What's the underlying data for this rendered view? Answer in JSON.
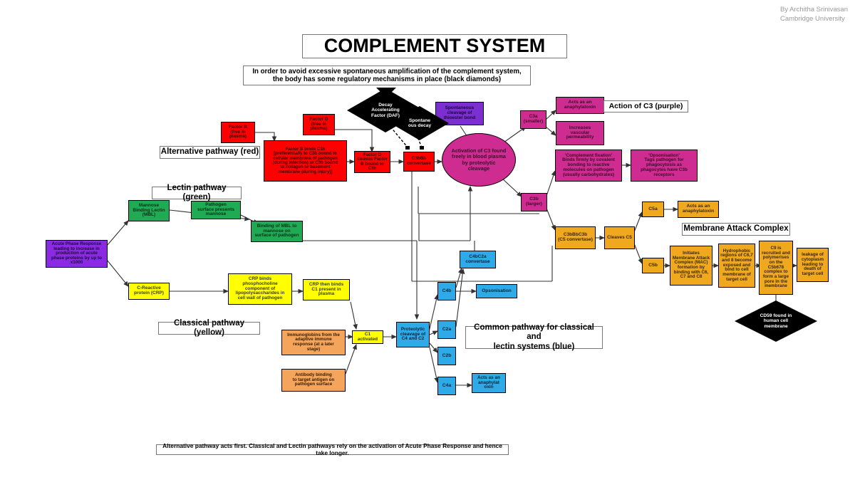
{
  "credit": "By Architha Srinivasan\nCambridge University",
  "title": "COMPLEMENT SYSTEM",
  "subtitle": "In order to avoid excessive spontaneous amplification of the complement system,\nthe body has some regulatory mechanisms in place (black diamonds)",
  "footer": "Alternative pathway acts first. Classical and Lectin pathways rely on the activation of Acute Phase Response and hence take longer.",
  "section_labels": [
    {
      "id": "alternative",
      "text": "Alternative pathway (red)"
    },
    {
      "id": "lectin",
      "text": "Lectin pathway (green)"
    },
    {
      "id": "classical",
      "text": "Classical pathway (yellow)"
    },
    {
      "id": "c3action",
      "text": "Action of C3 (purple)"
    },
    {
      "id": "common",
      "text": "Common pathway for classical and\nlectin systems (blue)"
    },
    {
      "id": "mac",
      "text": "Membrane Attack Complex"
    }
  ],
  "colors": {
    "red": "#FF0000",
    "green": "#1FAA54",
    "yellow": "#FFFF00",
    "orange": "#F0A81E",
    "peach": "#F5A45C",
    "blue": "#2EAAE8",
    "magenta": "#CE2C90",
    "purple": "#8A2BE2",
    "violet": "#7B2FD0",
    "diamond": "#000000",
    "background": "#FFFFFF"
  },
  "nodes": [
    {
      "id": "factor-b",
      "label": "Factor B\n(free in\nplasma)"
    },
    {
      "id": "factor-b-binds",
      "label": "Factor B binds C3b\n[preferentially to C3b bound to\ncellular membrane of pathogen\n(during infection) or C3b bound\nto collagen or basement\nmembrane (during injury)]"
    },
    {
      "id": "factor-d",
      "label": "Factor D\n(free in\nplasma)"
    },
    {
      "id": "factor-d-cleaves",
      "label": "Factor D\ncleaves Factor\nB bound to C3b"
    },
    {
      "id": "c3bbb",
      "label": "C3bBb\nconvertase"
    },
    {
      "id": "daf",
      "label": "Decay\nAccelerating\nFactor (DAF)"
    },
    {
      "id": "spontaneous-decay",
      "label": "Spontane\nous decay"
    },
    {
      "id": "cd59",
      "label": "CD59 found in\nhuman cell\nmembrane"
    },
    {
      "id": "spont-cleavage",
      "label": "Spontaneous\ncleavage of\nthioester bond"
    },
    {
      "id": "c3-activation",
      "label": "Activation of C3 found\nfreely in blood plasma\nby proteolytic\ncleavage"
    },
    {
      "id": "c3a",
      "label": "C3a\n(smaller)"
    },
    {
      "id": "c3a-anaphylatoxin",
      "label": "Acts as an\nanaphylatoxin"
    },
    {
      "id": "c3a-vascular",
      "label": "Increases\nvascular\npermeability"
    },
    {
      "id": "c3b",
      "label": "C3b\n(larger)"
    },
    {
      "id": "complement-fixation",
      "label": "'Complement fixation'\nBinds firmly by covalent\nbonding to reactive\nmolecules on pathogen\n(usually carbohydrates)"
    },
    {
      "id": "opsonisation-c3b",
      "label": "'Opsonisation'\nTags pathogen for\nphagocytosis as\nphagocytes have C3b\nreceptors"
    },
    {
      "id": "acute-phase",
      "label": "Acute Phase Response\nleading to increase in\nproduction of acute\nphase proteins by up to\nx1000"
    },
    {
      "id": "mbl",
      "label": "Mannose\nBinding Lectin\n(MBL)"
    },
    {
      "id": "pathogen-mannose",
      "label": "Pathogen\nsurface presents\nmannose"
    },
    {
      "id": "mbl-binding",
      "label": "Binding of MBL to\nmannose on\nsurface of pathogen"
    },
    {
      "id": "crp",
      "label": "C-Reactive\nprotein (CRP)"
    },
    {
      "id": "crp-binds",
      "label": "CRP binds\nphosphocholine\ncomponent  of\nlipopolysaccharides in\ncell wall of pathogen"
    },
    {
      "id": "crp-c1",
      "label": "CRP then binds\nC1 present in\nplasma"
    },
    {
      "id": "immunoglobins",
      "label": "Immunoglobins from the\nadaptive immune\nresponse (at a later\nstage)"
    },
    {
      "id": "antibody-binding",
      "label": "Antibody binding\nto target antigen on\npathogen surface"
    },
    {
      "id": "c1-activated",
      "label": "C1 activated"
    },
    {
      "id": "proteolytic-c4c2",
      "label": "Proteolytic\ncleavage of\nC4 and C2"
    },
    {
      "id": "c4b",
      "label": "C4b"
    },
    {
      "id": "c2a",
      "label": "C2a"
    },
    {
      "id": "c2b",
      "label": "C2b"
    },
    {
      "id": "c4a",
      "label": "C4a"
    },
    {
      "id": "c4a-anaphylatoxin",
      "label": "Acts as an\nanaphylat\noxin"
    },
    {
      "id": "opsonisation-c4b",
      "label": "Opsonisation"
    },
    {
      "id": "c4bc2a",
      "label": "C4bC2a\nconvertase"
    },
    {
      "id": "c3bbbc3b",
      "label": "C3bBbC3b\n(C5 convertase)"
    },
    {
      "id": "cleaves-c5",
      "label": "Cleaves C5"
    },
    {
      "id": "c5a",
      "label": "C5a"
    },
    {
      "id": "c5a-anaphylatoxin",
      "label": "Acts as an\nanaphylatoxin"
    },
    {
      "id": "c5b",
      "label": "C5b"
    },
    {
      "id": "mac-initiates",
      "label": "Initiates\nMembrane Attack\nComplex (MAC)\nformation by\nbinding with C6,\nC7 and C8"
    },
    {
      "id": "mac-hydrophobic",
      "label": "Hydrophobic\nregions of C6,7\nand 8 become\nexposed and\nbind to cell\nmembrane of\ntarget cell"
    },
    {
      "id": "mac-c9",
      "label": "C9 is\nrecruited and\npolymerises\non the\nC5b678\ncomplex to\nform a large\npore in the\nmembrane"
    },
    {
      "id": "mac-leakage",
      "label": "leakage of\ncytoplasm\nleading to\ndeath of\ntarget cell"
    }
  ]
}
